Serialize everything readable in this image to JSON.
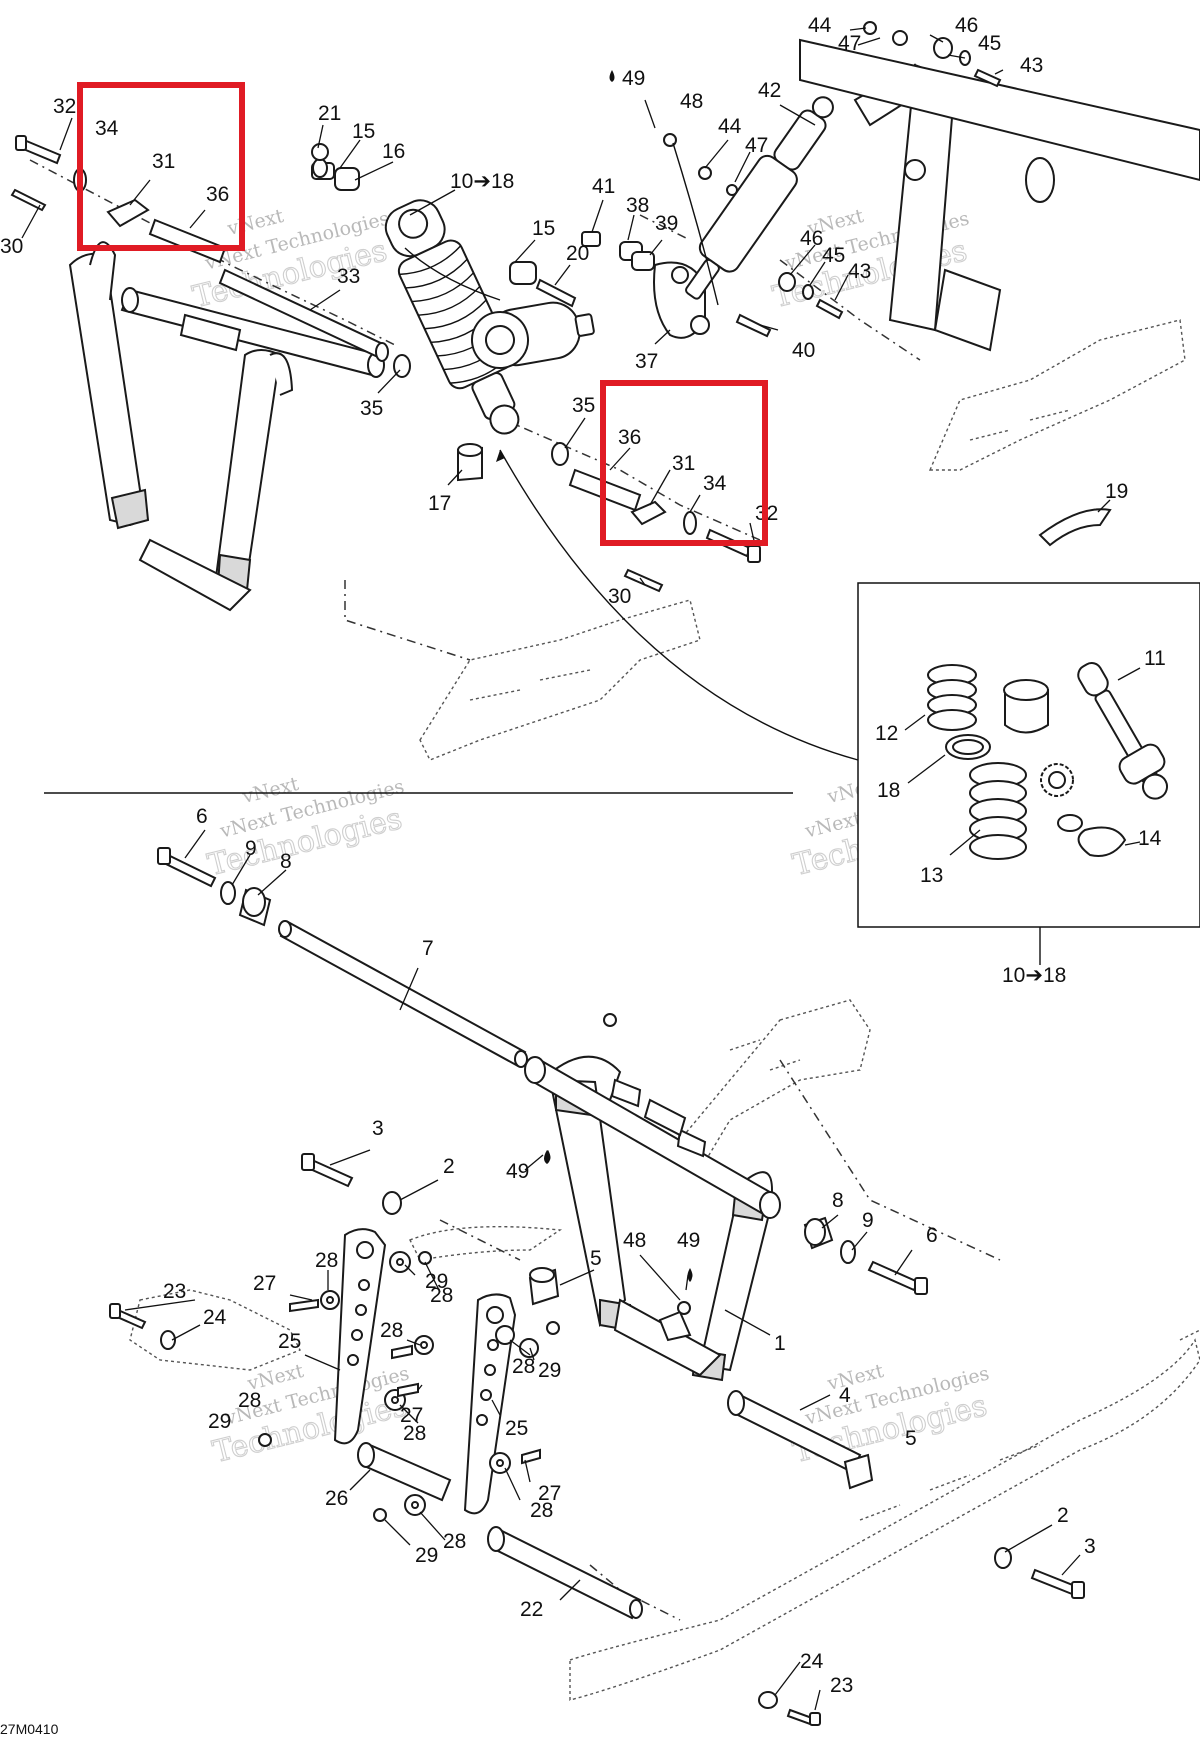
{
  "diagram_code": "27M0410",
  "watermark": {
    "line1": "vNext",
    "line2": "vNext Technologies",
    "line3": "Technologies"
  },
  "inset": {
    "ref": "10➔18"
  },
  "highlight_color": "#e01b24",
  "callouts": [
    {
      "id": "c32a",
      "text": "32"
    },
    {
      "id": "c34a",
      "text": "34"
    },
    {
      "id": "c31a",
      "text": "31"
    },
    {
      "id": "c36a",
      "text": "36"
    },
    {
      "id": "c30a",
      "text": "30"
    },
    {
      "id": "c21",
      "text": "21"
    },
    {
      "id": "c15a",
      "text": "15"
    },
    {
      "id": "c16",
      "text": "16"
    },
    {
      "id": "c10a",
      "text": "10➔18"
    },
    {
      "id": "c33",
      "text": "33"
    },
    {
      "id": "c35a",
      "text": "35"
    },
    {
      "id": "c17",
      "text": "17"
    },
    {
      "id": "c15b",
      "text": "15"
    },
    {
      "id": "c20",
      "text": "20"
    },
    {
      "id": "c41",
      "text": "41"
    },
    {
      "id": "c38",
      "text": "38"
    },
    {
      "id": "c39",
      "text": "39"
    },
    {
      "id": "c37",
      "text": "37"
    },
    {
      "id": "c35b",
      "text": "35"
    },
    {
      "id": "c36b",
      "text": "36"
    },
    {
      "id": "c31b",
      "text": "31"
    },
    {
      "id": "c34b",
      "text": "34"
    },
    {
      "id": "c32b",
      "text": "32"
    },
    {
      "id": "c30b",
      "text": "30"
    },
    {
      "id": "c49a",
      "text": "49"
    },
    {
      "id": "c48a",
      "text": "48"
    },
    {
      "id": "c44a",
      "text": "44"
    },
    {
      "id": "c47a",
      "text": "47"
    },
    {
      "id": "c42",
      "text": "42"
    },
    {
      "id": "c44b",
      "text": "44"
    },
    {
      "id": "c47b",
      "text": "47"
    },
    {
      "id": "c46a",
      "text": "46"
    },
    {
      "id": "c45a",
      "text": "45"
    },
    {
      "id": "c43a",
      "text": "43"
    },
    {
      "id": "c46b",
      "text": "46"
    },
    {
      "id": "c45b",
      "text": "45"
    },
    {
      "id": "c43b",
      "text": "43"
    },
    {
      "id": "c40",
      "text": "40"
    },
    {
      "id": "c19",
      "text": "19"
    },
    {
      "id": "c11",
      "text": "11"
    },
    {
      "id": "c12",
      "text": "12"
    },
    {
      "id": "c18",
      "text": "18"
    },
    {
      "id": "c13",
      "text": "13"
    },
    {
      "id": "c14",
      "text": "14"
    },
    {
      "id": "c10b",
      "text": "10➔18"
    },
    {
      "id": "c6a",
      "text": "6"
    },
    {
      "id": "c9a",
      "text": "9"
    },
    {
      "id": "c8a",
      "text": "8"
    },
    {
      "id": "c7",
      "text": "7"
    },
    {
      "id": "c3a",
      "text": "3"
    },
    {
      "id": "c2a",
      "text": "2"
    },
    {
      "id": "c49b",
      "text": "49"
    },
    {
      "id": "c48b",
      "text": "48"
    },
    {
      "id": "c49c",
      "text": "49"
    },
    {
      "id": "c5a",
      "text": "5"
    },
    {
      "id": "c1",
      "text": "1"
    },
    {
      "id": "c8b",
      "text": "8"
    },
    {
      "id": "c9b",
      "text": "9"
    },
    {
      "id": "c6b",
      "text": "6"
    },
    {
      "id": "c23a",
      "text": "23"
    },
    {
      "id": "c24a",
      "text": "24"
    },
    {
      "id": "c25a",
      "text": "25"
    },
    {
      "id": "c27a",
      "text": "27"
    },
    {
      "id": "c28a",
      "text": "28"
    },
    {
      "id": "c29a",
      "text": "29"
    },
    {
      "id": "c28b",
      "text": "28"
    },
    {
      "id": "c28c",
      "text": "28"
    },
    {
      "id": "c29b",
      "text": "29"
    },
    {
      "id": "c28d",
      "text": "28"
    },
    {
      "id": "c27b",
      "text": "27"
    },
    {
      "id": "c28e",
      "text": "28"
    },
    {
      "id": "c28f",
      "text": "28"
    },
    {
      "id": "c25b",
      "text": "25"
    },
    {
      "id": "c29c",
      "text": "29"
    },
    {
      "id": "c26",
      "text": "26"
    },
    {
      "id": "c27c",
      "text": "27"
    },
    {
      "id": "c28g",
      "text": "28"
    },
    {
      "id": "c28h",
      "text": "28"
    },
    {
      "id": "c29d",
      "text": "29"
    },
    {
      "id": "c22",
      "text": "22"
    },
    {
      "id": "c4",
      "text": "4"
    },
    {
      "id": "c5b",
      "text": "5"
    },
    {
      "id": "c2b",
      "text": "2"
    },
    {
      "id": "c3b",
      "text": "3"
    },
    {
      "id": "c24b",
      "text": "24"
    },
    {
      "id": "c23b",
      "text": "23"
    }
  ]
}
